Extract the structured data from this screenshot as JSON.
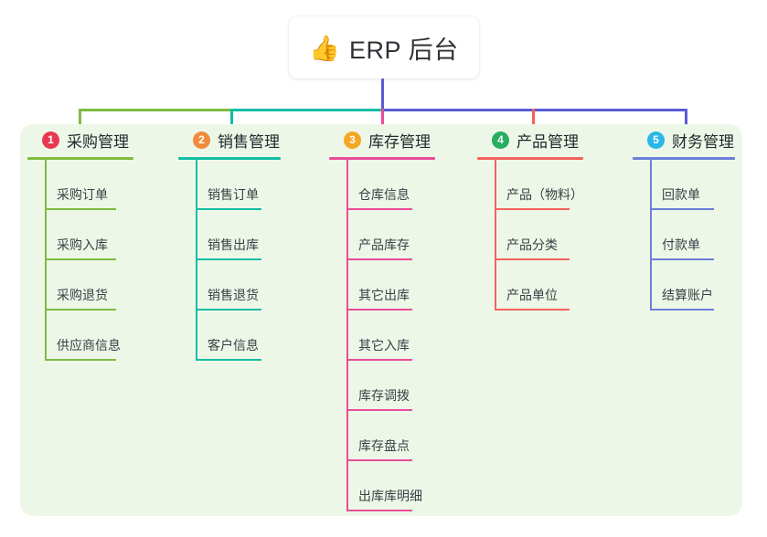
{
  "root": {
    "icon": "thumbs-up-icon",
    "emoji": "👍",
    "title": "ERP 后台"
  },
  "panel": {
    "background": "#edf7e7"
  },
  "connector": {
    "trunk_color": "#5b5bd6",
    "segments": [
      {
        "name": "segment-green",
        "color": "#7dbb42"
      },
      {
        "name": "segment-teal",
        "color": "#14bda4"
      },
      {
        "name": "segment-blue",
        "color": "#5b5bd6"
      }
    ],
    "drops": [
      {
        "name": "drop-purchase",
        "color": "#7dbb42"
      },
      {
        "name": "drop-sales",
        "color": "#14bda4"
      },
      {
        "name": "drop-inventory",
        "color": "#ea4c9a"
      },
      {
        "name": "drop-product",
        "color": "#f4625c"
      },
      {
        "name": "drop-finance",
        "color": "#5b5bd6"
      }
    ]
  },
  "columns": [
    {
      "id": "purchase",
      "number": "1",
      "title": "采购管理",
      "badge_color": "#e8384f",
      "line_color": "#7dbb42",
      "items": [
        {
          "label": "采购订单"
        },
        {
          "label": "采购入库"
        },
        {
          "label": "采购退货"
        },
        {
          "label": "供应商信息"
        }
      ]
    },
    {
      "id": "sales",
      "number": "2",
      "title": "销售管理",
      "badge_color": "#f08b3c",
      "line_color": "#14bda4",
      "items": [
        {
          "label": "销售订单"
        },
        {
          "label": "销售出库"
        },
        {
          "label": "销售退货"
        },
        {
          "label": "客户信息"
        }
      ]
    },
    {
      "id": "inventory",
      "number": "3",
      "title": "库存管理",
      "badge_color": "#f5a623",
      "line_color": "#ea4c9a",
      "items": [
        {
          "label": "仓库信息"
        },
        {
          "label": "产品库存"
        },
        {
          "label": "其它出库"
        },
        {
          "label": "其它入库"
        },
        {
          "label": "库存调拨"
        },
        {
          "label": "库存盘点"
        },
        {
          "label": "出库库明细"
        }
      ]
    },
    {
      "id": "product",
      "number": "4",
      "title": "产品管理",
      "badge_color": "#27ae60",
      "line_color": "#f4625c",
      "items": [
        {
          "label": "产品（物料）"
        },
        {
          "label": "产品分类"
        },
        {
          "label": "产品单位"
        }
      ]
    },
    {
      "id": "finance",
      "number": "5",
      "title": "财务管理",
      "badge_color": "#29b6e8",
      "line_color": "#6b7ed8",
      "items": [
        {
          "label": "回款单"
        },
        {
          "label": "付款单"
        },
        {
          "label": "结算账户"
        }
      ]
    }
  ]
}
